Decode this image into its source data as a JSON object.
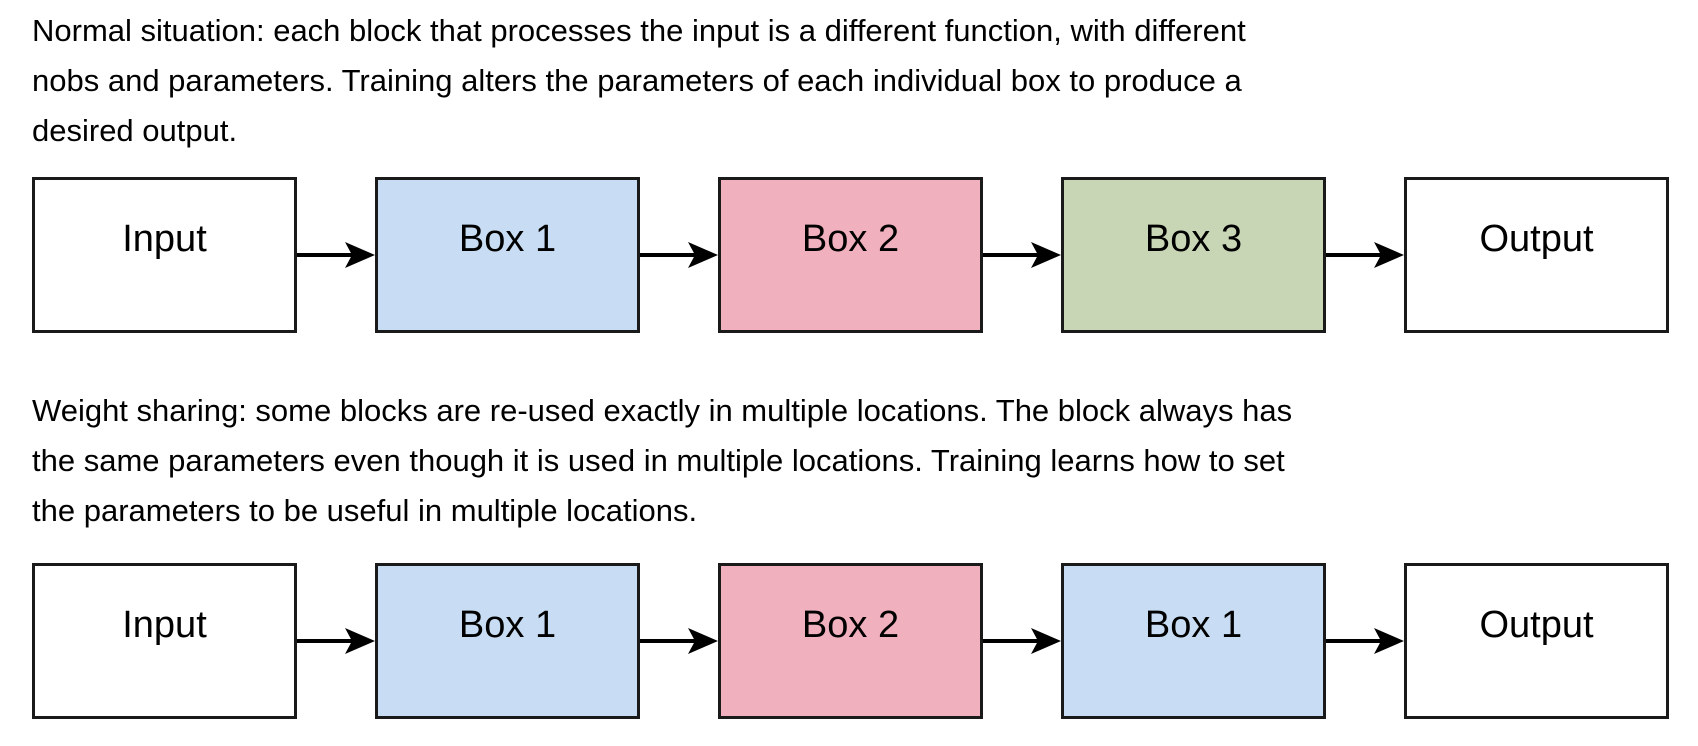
{
  "palette": {
    "background": "#ffffff",
    "box_border": "#1a1a1a",
    "text": "#000000",
    "arrow": "#000000",
    "blue_fill": "#c8ddf3",
    "pink_fill": "#f1b0bd",
    "green_fill": "#c9d6b6",
    "white_fill": "#ffffff"
  },
  "sections": [
    {
      "lines": [
        "Normal situation: each block that processes the input is a different function, with different",
        "nobs and parameters. Training alters the parameters of each individual box to produce a",
        "desired output."
      ],
      "nodes": [
        {
          "label": "Input",
          "fill": "#ffffff"
        },
        {
          "label": "Box 1",
          "fill": "#c8ddf3"
        },
        {
          "label": "Box 2",
          "fill": "#f1b0bd"
        },
        {
          "label": "Box 3",
          "fill": "#c9d6b6"
        },
        {
          "label": "Output",
          "fill": "#ffffff"
        }
      ]
    },
    {
      "lines": [
        "Weight sharing: some blocks are re-used exactly in multiple locations. The block always has",
        "the same parameters even though it is used in multiple locations. Training learns how to set",
        "the parameters to be useful in multiple locations."
      ],
      "nodes": [
        {
          "label": "Input",
          "fill": "#ffffff"
        },
        {
          "label": "Box 1",
          "fill": "#c8ddf3"
        },
        {
          "label": "Box 2",
          "fill": "#f1b0bd"
        },
        {
          "label": "Box 1",
          "fill": "#c8ddf3"
        },
        {
          "label": "Output",
          "fill": "#ffffff"
        }
      ]
    }
  ]
}
